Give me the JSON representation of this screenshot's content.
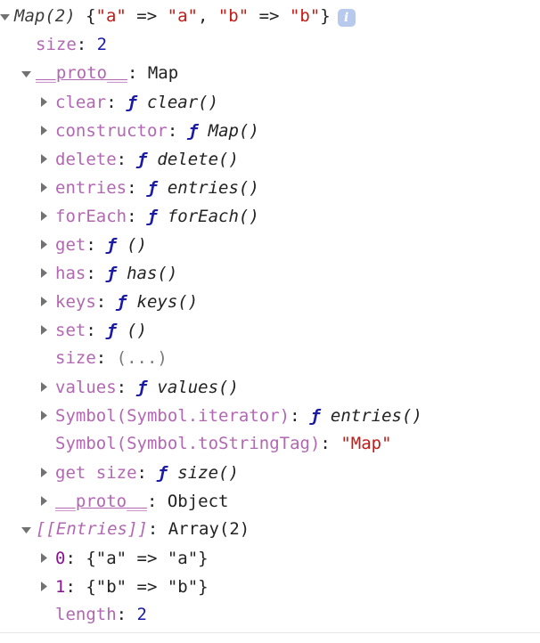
{
  "panel": {
    "name": "devtools-object-inspector",
    "background": "#ffffff",
    "accent_info_badge": "#b7c9ec"
  },
  "colors": {
    "property_key": "#b267b2",
    "index_key": "#881391",
    "string": "#c41a16",
    "number": "#1a1aa6",
    "function_glyph": "#1a1aa6",
    "plain_text": "#222222",
    "ellipsis": "#7a7a7a",
    "divider": "#e8e8e8"
  },
  "icons": {
    "triangle_expanded": "triangle-down-icon",
    "triangle_collapsed": "triangle-right-icon",
    "info": "info-badge-icon",
    "info_label": "i"
  },
  "rows": [
    {
      "id": "root",
      "level": 0,
      "marker": "expanded",
      "segments": [
        {
          "text": "Map(2)",
          "style": "preview"
        },
        {
          "text": " {",
          "style": "plain"
        },
        {
          "text": "\"a\"",
          "style": "str"
        },
        {
          "text": " => ",
          "style": "plain"
        },
        {
          "text": "\"a\"",
          "style": "str"
        },
        {
          "text": ", ",
          "style": "plain"
        },
        {
          "text": "\"b\"",
          "style": "str"
        },
        {
          "text": " => ",
          "style": "plain"
        },
        {
          "text": "\"b\"",
          "style": "str"
        },
        {
          "text": "}",
          "style": "plain"
        }
      ],
      "has_info_badge": true
    },
    {
      "id": "size",
      "level": 1,
      "marker": "none",
      "segments": [
        {
          "text": "size",
          "style": "key"
        },
        {
          "text": ": ",
          "style": "plain"
        },
        {
          "text": "2",
          "style": "num"
        }
      ]
    },
    {
      "id": "proto-map",
      "level": 1,
      "marker": "expanded",
      "segments": [
        {
          "text": "__proto__",
          "style": "key-proto"
        },
        {
          "text": ": ",
          "style": "plain"
        },
        {
          "text": "Map",
          "style": "ctor"
        }
      ]
    },
    {
      "id": "clear",
      "level": 2,
      "marker": "collapsed",
      "segments": [
        {
          "text": "clear",
          "style": "key"
        },
        {
          "text": ": ",
          "style": "plain"
        },
        {
          "text": "ƒ",
          "style": "fn-glyph"
        },
        {
          "text": " clear()",
          "style": "fn-name"
        }
      ]
    },
    {
      "id": "constructor",
      "level": 2,
      "marker": "collapsed",
      "segments": [
        {
          "text": "constructor",
          "style": "key"
        },
        {
          "text": ": ",
          "style": "plain"
        },
        {
          "text": "ƒ",
          "style": "fn-glyph"
        },
        {
          "text": " Map()",
          "style": "fn-name"
        }
      ]
    },
    {
      "id": "delete",
      "level": 2,
      "marker": "collapsed",
      "segments": [
        {
          "text": "delete",
          "style": "key"
        },
        {
          "text": ": ",
          "style": "plain"
        },
        {
          "text": "ƒ",
          "style": "fn-glyph"
        },
        {
          "text": " delete()",
          "style": "fn-name"
        }
      ]
    },
    {
      "id": "entries",
      "level": 2,
      "marker": "collapsed",
      "segments": [
        {
          "text": "entries",
          "style": "key"
        },
        {
          "text": ": ",
          "style": "plain"
        },
        {
          "text": "ƒ",
          "style": "fn-glyph"
        },
        {
          "text": " entries()",
          "style": "fn-name"
        }
      ]
    },
    {
      "id": "forEach",
      "level": 2,
      "marker": "collapsed",
      "segments": [
        {
          "text": "forEach",
          "style": "key"
        },
        {
          "text": ": ",
          "style": "plain"
        },
        {
          "text": "ƒ",
          "style": "fn-glyph"
        },
        {
          "text": " forEach()",
          "style": "fn-name"
        }
      ]
    },
    {
      "id": "get",
      "level": 2,
      "marker": "collapsed",
      "segments": [
        {
          "text": "get",
          "style": "key"
        },
        {
          "text": ": ",
          "style": "plain"
        },
        {
          "text": "ƒ",
          "style": "fn-glyph"
        },
        {
          "text": " ()",
          "style": "fn-name"
        }
      ]
    },
    {
      "id": "has",
      "level": 2,
      "marker": "collapsed",
      "segments": [
        {
          "text": "has",
          "style": "key"
        },
        {
          "text": ": ",
          "style": "plain"
        },
        {
          "text": "ƒ",
          "style": "fn-glyph"
        },
        {
          "text": " has()",
          "style": "fn-name"
        }
      ]
    },
    {
      "id": "keys",
      "level": 2,
      "marker": "collapsed",
      "segments": [
        {
          "text": "keys",
          "style": "key"
        },
        {
          "text": ": ",
          "style": "plain"
        },
        {
          "text": "ƒ",
          "style": "fn-glyph"
        },
        {
          "text": " keys()",
          "style": "fn-name"
        }
      ]
    },
    {
      "id": "set",
      "level": 2,
      "marker": "collapsed",
      "segments": [
        {
          "text": "set",
          "style": "key"
        },
        {
          "text": ": ",
          "style": "plain"
        },
        {
          "text": "ƒ",
          "style": "fn-glyph"
        },
        {
          "text": " ()",
          "style": "fn-name"
        }
      ]
    },
    {
      "id": "size-accessor",
      "level": 2,
      "marker": "none",
      "segments": [
        {
          "text": "size",
          "style": "key"
        },
        {
          "text": ": ",
          "style": "plain"
        },
        {
          "text": "(...)",
          "style": "ellipsis"
        }
      ]
    },
    {
      "id": "values",
      "level": 2,
      "marker": "collapsed",
      "segments": [
        {
          "text": "values",
          "style": "key"
        },
        {
          "text": ": ",
          "style": "plain"
        },
        {
          "text": "ƒ",
          "style": "fn-glyph"
        },
        {
          "text": " values()",
          "style": "fn-name"
        }
      ]
    },
    {
      "id": "symbol-iterator",
      "level": 2,
      "marker": "collapsed",
      "segments": [
        {
          "text": "Symbol(Symbol.iterator)",
          "style": "key"
        },
        {
          "text": ": ",
          "style": "plain"
        },
        {
          "text": "ƒ",
          "style": "fn-glyph"
        },
        {
          "text": " entries()",
          "style": "fn-name"
        }
      ]
    },
    {
      "id": "symbol-tostringtag",
      "level": 2,
      "marker": "none",
      "segments": [
        {
          "text": "Symbol(Symbol.toStringTag)",
          "style": "key"
        },
        {
          "text": ": ",
          "style": "plain"
        },
        {
          "text": "\"Map\"",
          "style": "str"
        }
      ]
    },
    {
      "id": "get-size",
      "level": 2,
      "marker": "collapsed",
      "segments": [
        {
          "text": "get size",
          "style": "key"
        },
        {
          "text": ": ",
          "style": "plain"
        },
        {
          "text": "ƒ",
          "style": "fn-glyph"
        },
        {
          "text": " size()",
          "style": "fn-name"
        }
      ]
    },
    {
      "id": "proto-object",
      "level": 2,
      "marker": "collapsed",
      "segments": [
        {
          "text": "__proto__",
          "style": "key-proto"
        },
        {
          "text": ": ",
          "style": "plain"
        },
        {
          "text": "Object",
          "style": "ctor"
        }
      ]
    },
    {
      "id": "entries-internal",
      "level": 1,
      "marker": "expanded",
      "segments": [
        {
          "text": "[[Entries]]",
          "style": "key-int"
        },
        {
          "text": ": ",
          "style": "plain"
        },
        {
          "text": "Array(2)",
          "style": "ctor"
        }
      ]
    },
    {
      "id": "entry-0",
      "level": 2,
      "marker": "collapsed",
      "segments": [
        {
          "text": "0",
          "style": "key-idx"
        },
        {
          "text": ": ",
          "style": "plain"
        },
        {
          "text": "{\"a\" => \"a\"}",
          "style": "plain"
        }
      ]
    },
    {
      "id": "entry-1",
      "level": 2,
      "marker": "collapsed",
      "segments": [
        {
          "text": "1",
          "style": "key-idx"
        },
        {
          "text": ": ",
          "style": "plain"
        },
        {
          "text": "{\"b\" => \"b\"}",
          "style": "plain"
        }
      ]
    },
    {
      "id": "length",
      "level": 2,
      "marker": "none",
      "segments": [
        {
          "text": "length",
          "style": "key"
        },
        {
          "text": ": ",
          "style": "plain"
        },
        {
          "text": "2",
          "style": "num"
        }
      ]
    }
  ]
}
